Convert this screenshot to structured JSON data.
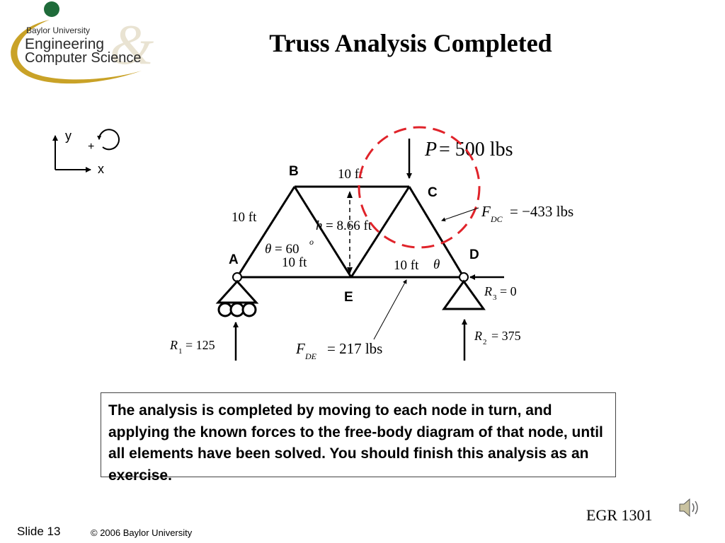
{
  "logo": {
    "line1": "Baylor University",
    "line2": "Engineering",
    "line3": "Computer Science"
  },
  "title": "Truss Analysis Completed",
  "axes": {
    "y": "y",
    "x": "x",
    "rotation": "+"
  },
  "nodes": {
    "A": "A",
    "B": "B",
    "C": "C",
    "D": "D",
    "E": "E"
  },
  "labels": {
    "top_length": "10 ft",
    "left_length": "10 ft",
    "bottom_left_length": "10 ft",
    "bottom_right_length": "10 ft",
    "height_h": "h",
    "height_val": "= 8.66 ft",
    "theta_left": "θ",
    "theta_left_val": "= 60",
    "theta_sup": "o",
    "theta_right": "θ",
    "P_sym": "P",
    "P_val": "= 500 lbs",
    "FDC_sym": "F",
    "FDC_sub": "DC",
    "FDC_val": "= −433 lbs",
    "FDE_sym": "F",
    "FDE_sub": "DE",
    "FDE_val": "= 217 lbs",
    "R1_sym": "R",
    "R1_sub": "1",
    "R1_val": "= 125",
    "R2_sym": "R",
    "R2_sub": "2",
    "R2_val": "= 375",
    "R3_sym": "R",
    "R3_sub": "3",
    "R3_val": "= 0"
  },
  "colors": {
    "highlight_circle": "#e0232a",
    "logo_gold": "#c9a227",
    "logo_green": "#1f6b3a"
  },
  "note": "The analysis is completed by moving to each node in turn, and applying the known forces to the free-body diagram of that node, until all elements have been solved.  You should finish this analysis as an exercise.",
  "footer": {
    "course": "EGR 1301",
    "slide": "Slide 13",
    "copyright": "© 2006 Baylor University"
  },
  "icons": {
    "speaker": "speaker-icon"
  }
}
